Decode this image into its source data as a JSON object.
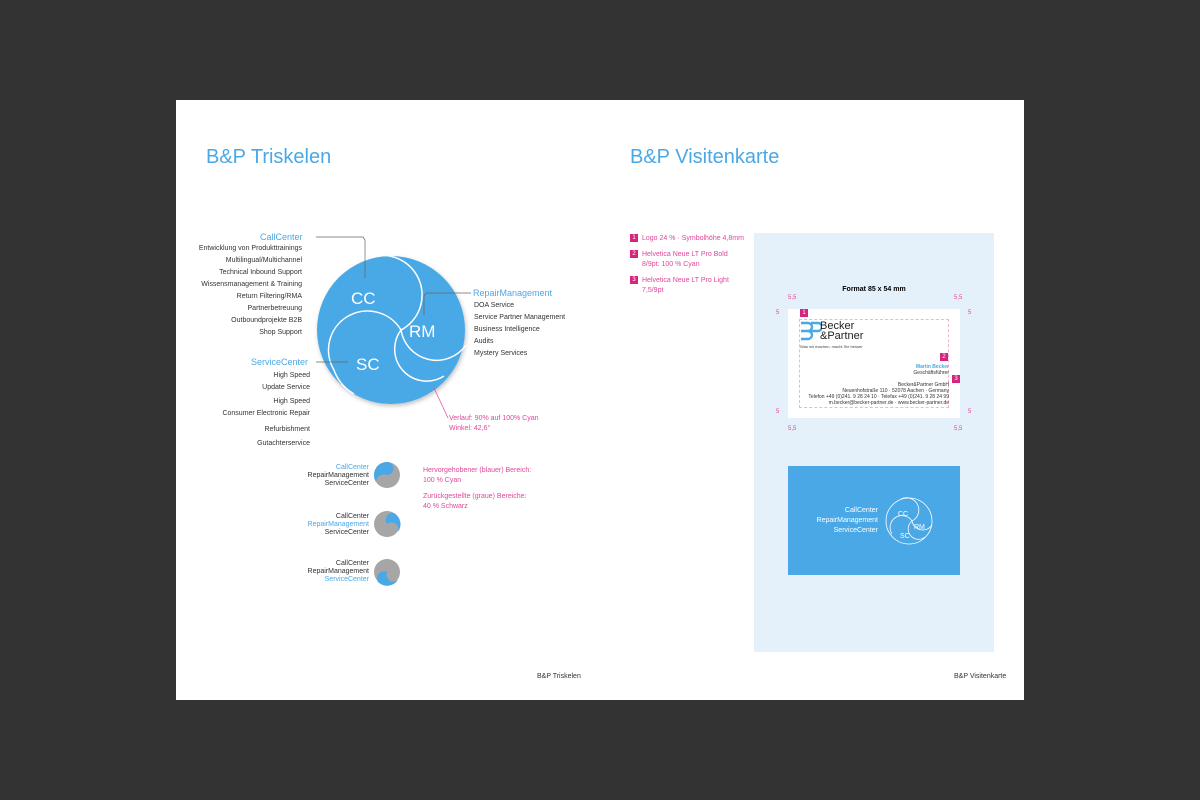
{
  "left": {
    "title": "B&P Triskelen",
    "footer": "B&P Triskelen",
    "cc": {
      "heading": "CallCenter",
      "abbr": "CC",
      "items": [
        "Entwicklung von Produkttrainings",
        "Multilingual/Multichannel",
        "Technical Inbound Support",
        "Wissensmanagement & Training",
        "Return Filtering/RMA",
        "Partnerbetreuung",
        "Outboundprojekte B2B",
        "Shop Support"
      ]
    },
    "rm": {
      "heading": "RepairManagement",
      "abbr": "RM",
      "items": [
        "DOA Service",
        "Service Partner Management",
        "Business Intelligence",
        "Audits",
        "Mystery Services"
      ]
    },
    "sc": {
      "heading": "ServiceCenter",
      "abbr": "SC",
      "items": [
        "High Speed",
        "Update Service",
        "High Speed",
        "Consumer Electronic Repair",
        "Refurbishment",
        "Gutachterservice"
      ]
    },
    "gradient_note": [
      "Verlauf: 90% auf 100% Cyan",
      "Winkel: 42,6°"
    ],
    "variants_note": [
      "Hervorgehobener (blauer) Bereich:",
      "100 % Cyan",
      "Zurückgestellte (graue) Bereiche:",
      "40 % Schwarz"
    ]
  },
  "right": {
    "title": "B&P Visitenkarte",
    "footer": "B&P Visitenkarte",
    "specs": [
      {
        "n": "1",
        "lines": [
          "Logo 24 % · Symbolhöhe 4,8mm"
        ]
      },
      {
        "n": "2",
        "lines": [
          "Helvetica Neue LT Pro Bold",
          "8/9pt: 100 % Cyan"
        ]
      },
      {
        "n": "3",
        "lines": [
          "Helvetica Neue LT Pro Light",
          "7,5/9pt"
        ]
      }
    ],
    "format": "Format 85 x 54 mm",
    "margin_h": "5,5",
    "margin_v": "5",
    "card": {
      "logo_line1": "Becker",
      "logo_line2": "&Partner",
      "slogan": "Was wir machen, macht Sie besser",
      "name": "Martin Becker",
      "role": "Geschäftsführer",
      "address": [
        "Becker&Partner GmbH",
        "Neuenhofstraße 110 · 52078 Aachen · Germany",
        "Telefon +49 (0)241. 9 28 24 10 · Telefax +49 (0)241. 9 28 24 99",
        "m.becker@becker-partner.de · www.becker-partner.de"
      ]
    },
    "back": [
      "CallCenter",
      "RepairManagement",
      "ServiceCenter"
    ]
  },
  "colors": {
    "cyan": "#4aa8e6",
    "magenta": "#e0479a",
    "gray": "#a6a6a6"
  }
}
